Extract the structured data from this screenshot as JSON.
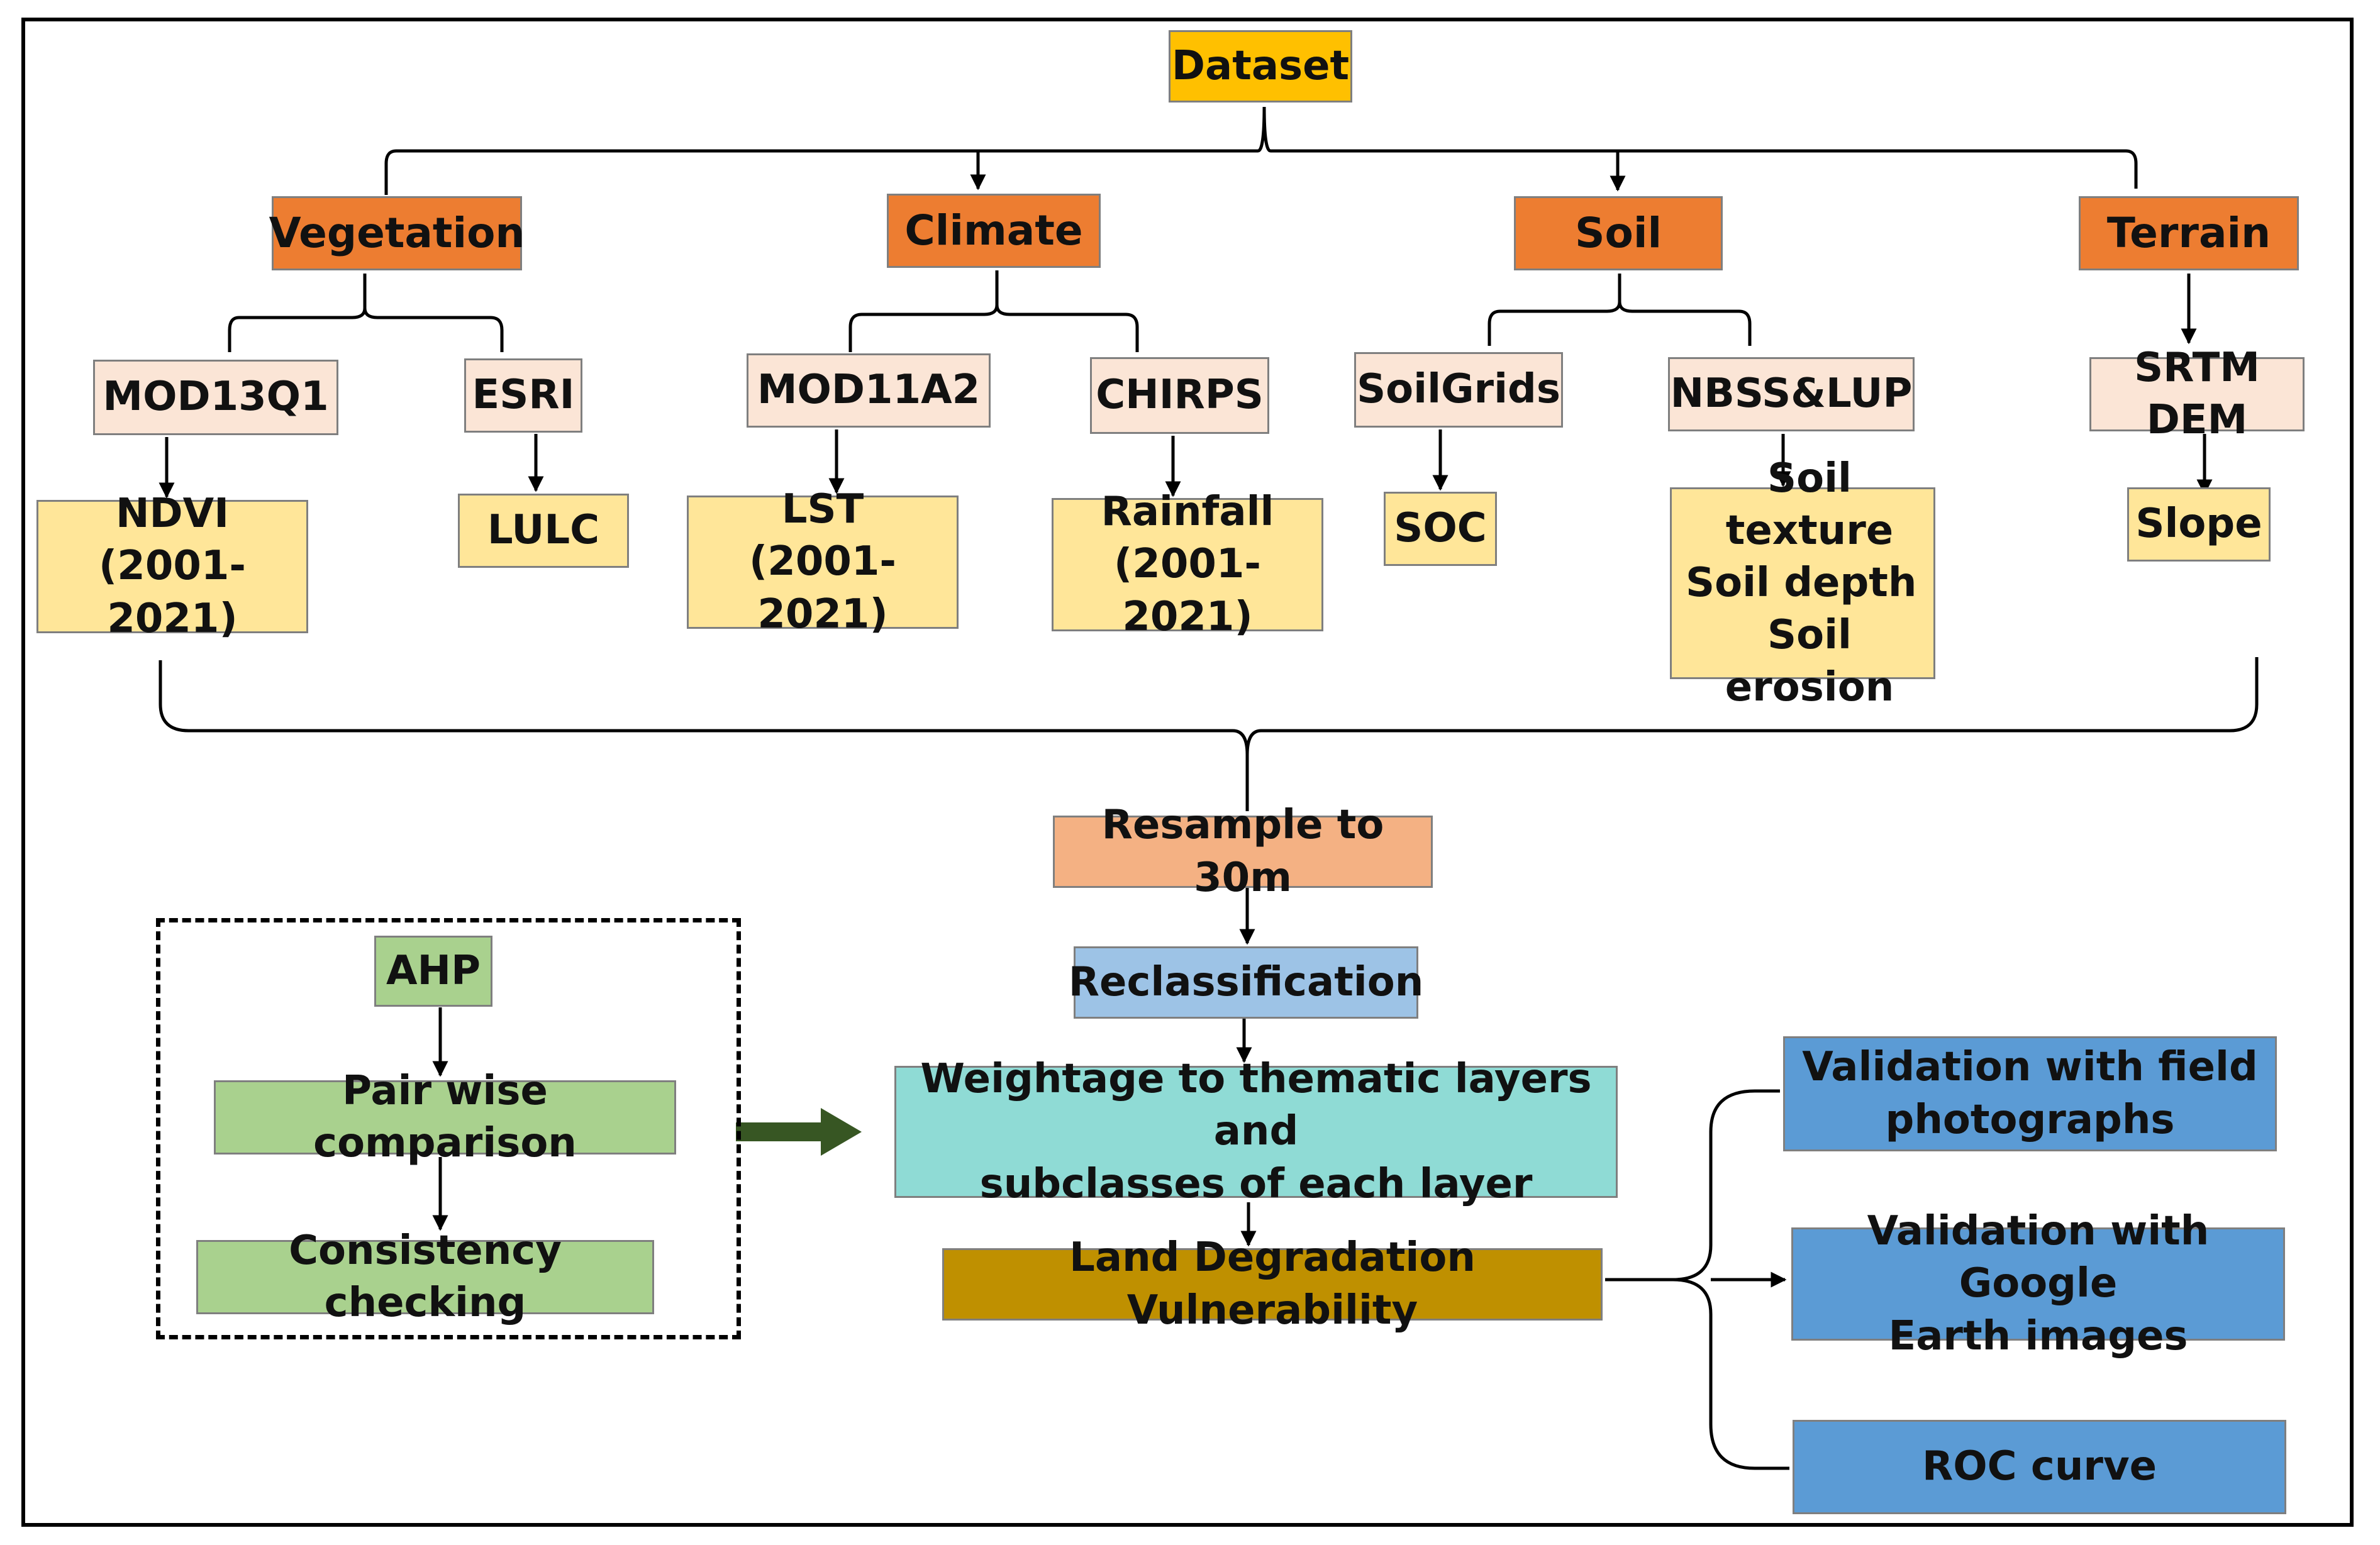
{
  "dataset": "Dataset",
  "categories": {
    "vegetation": "Vegetation",
    "climate": "Climate",
    "soil": "Soil",
    "terrain": "Terrain"
  },
  "sources": {
    "mod13q1": "MOD13Q1",
    "esri": "ESRI",
    "mod11a2": "MOD11A2",
    "chirps": "CHIRPS",
    "soilgrids": "SoilGrids",
    "nbss": "NBSS&LUP",
    "srtm": "SRTM DEM"
  },
  "outputs": {
    "ndvi": [
      "NDVI",
      "(2001-2021)"
    ],
    "lulc": "LULC",
    "lst": [
      "LST",
      "(2001-2021)"
    ],
    "rainfall": [
      "Rainfall",
      "(2001-2021)"
    ],
    "soc": "SOC",
    "soil_props": [
      "Soil texture",
      "Soil depth",
      "Soil erosion"
    ],
    "slope": "Slope"
  },
  "process": {
    "resample": "Resample to 30m",
    "reclass": "Reclassification",
    "weight": [
      "Weightage to thematic layers and",
      "subclasses of each layer"
    ],
    "ldv": "Land Degradation Vulnerability"
  },
  "ahp": {
    "ahp": "AHP",
    "pairwise": "Pair wise comparison",
    "consistency": "Consistency checking"
  },
  "validation": {
    "field": [
      "Validation with field",
      "photographs"
    ],
    "google": [
      "Validation with Google",
      "Earth images"
    ],
    "roc": "ROC curve"
  },
  "colors": {
    "dataset": "#ffc000",
    "category": "#ed7d31",
    "source": "#fbe5d6",
    "output": "#ffe699",
    "resample": "#f4b183",
    "reclass": "#9dc3e6",
    "weight": "#8fdbd5",
    "ldv": "#bf9000",
    "validation": "#5b9bd5",
    "ahp": "#a9d18e",
    "arrow_green": "#375623"
  }
}
